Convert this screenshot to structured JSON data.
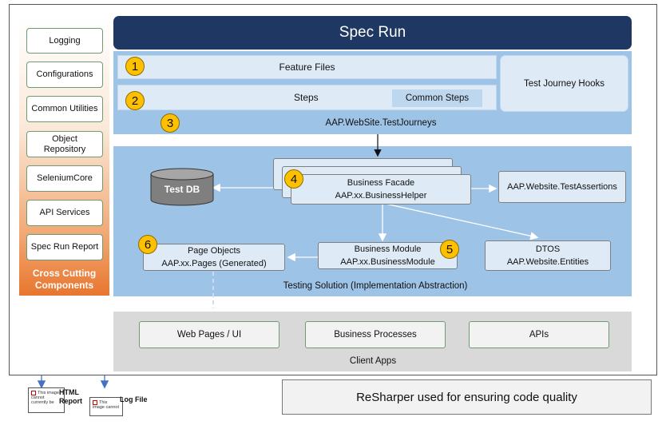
{
  "title": "Spec Run",
  "sidebar": {
    "items": [
      "Logging",
      "Configurations",
      "Common Utilities",
      "Object Repository",
      "SeleniumCore",
      "API Services",
      "Spec Run Report"
    ],
    "caption": "Cross Cutting Components"
  },
  "top_section": {
    "feature_files": "Feature Files",
    "steps": "Steps",
    "common_steps": "Common Steps",
    "hooks": "Test Journey Hooks",
    "namespace": "AAP.WebSite.TestJourneys",
    "numbers": [
      "1",
      "2",
      "3"
    ]
  },
  "testing_solution": {
    "test_db": "Test DB",
    "business_facade": "Business Facade",
    "business_helper": "AAP.xx.BusinessHelper",
    "test_assertions": "AAP.Website.TestAssertions",
    "page_objects": "Page Objects",
    "pages": "AAP.xx.Pages (Generated)",
    "business_module": "Business Module",
    "business_module_ns": "AAP.xx.BusinessModule",
    "dtos": "DTOS",
    "entities": "AAP.Website.Entities",
    "caption": "Testing Solution (Implementation Abstraction)",
    "numbers": [
      "4",
      "5",
      "6"
    ]
  },
  "client_apps": {
    "items": [
      "Web Pages / UI",
      "Business Processes",
      "APIs"
    ],
    "caption": "Client Apps"
  },
  "reports": {
    "html_report": "HTML Report",
    "log_file": "Log File",
    "missing_image_1": "This image cannot currently be",
    "missing_image_2": "This image cannot"
  },
  "footer_note": "ReSharper used for ensuring code quality",
  "colors": {
    "title_bar": "#1f3763",
    "section_blue": "#9dc3e6",
    "light_box": "#deebf7",
    "number_badge": "#ffc000",
    "sidebar_orange": "#e8762e",
    "client_gray": "#d9d9d9"
  }
}
